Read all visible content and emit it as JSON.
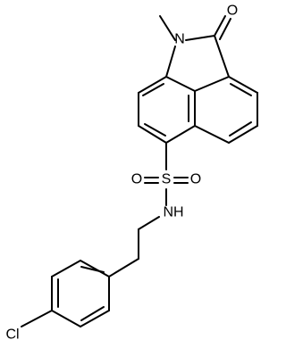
{
  "molecule": {
    "atoms": {
      "o_carbonyl": "O",
      "n_ring": "N",
      "sulfur": "S",
      "o_sulfonyl_left": "O",
      "o_sulfonyl_right": "O",
      "nh": "NH",
      "chlorine": "Cl"
    }
  }
}
